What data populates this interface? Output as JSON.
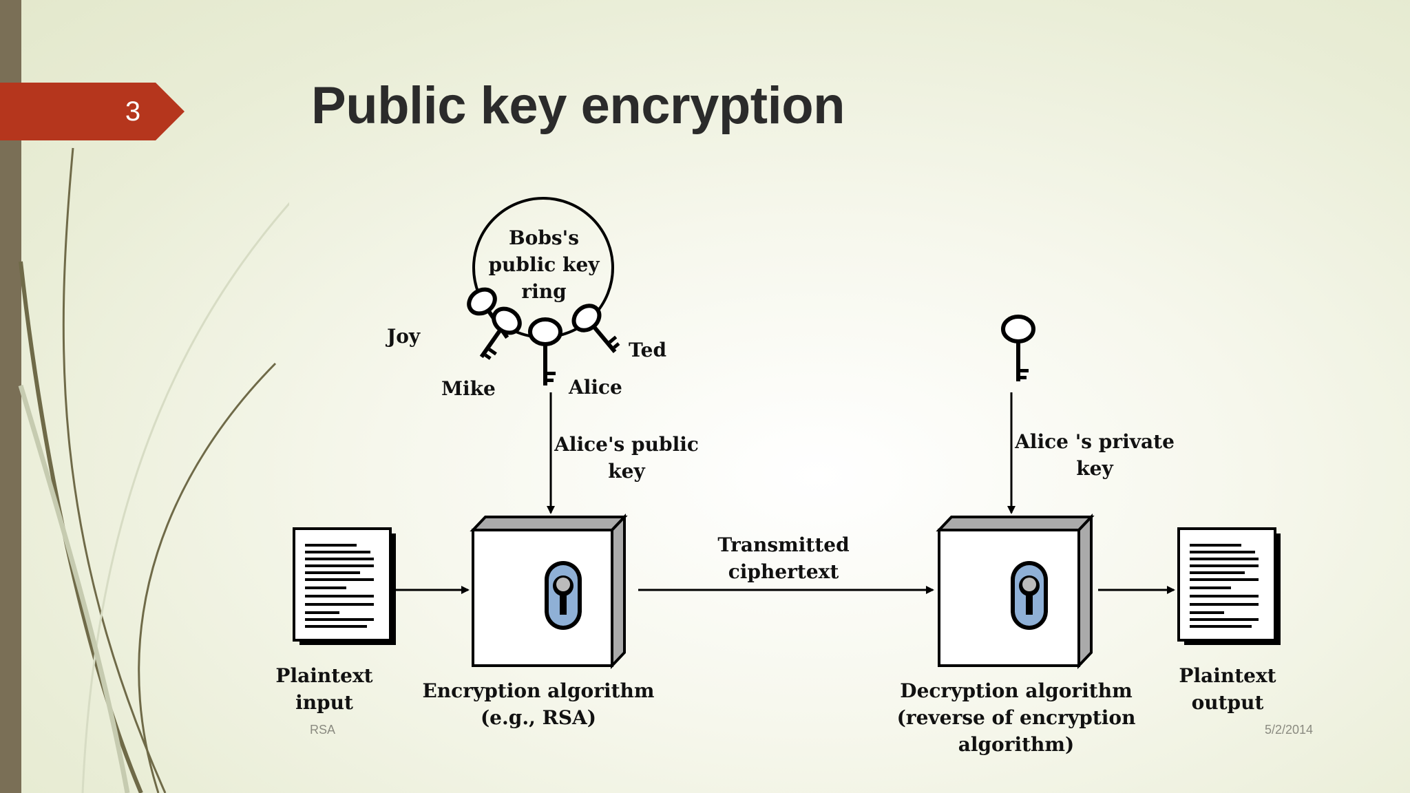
{
  "slide": {
    "number": "3",
    "title": "Public key encryption",
    "footer_left": "RSA",
    "footer_right": "5/2/2014"
  },
  "diagram": {
    "key_ring": {
      "label": "Bobs's public key ring",
      "label_lines": [
        "Bobs's",
        "public key",
        "ring"
      ],
      "keys": [
        "Joy",
        "Mike",
        "Alice",
        "Ted"
      ]
    },
    "public_key_label_lines": [
      "Alice's public",
      "key"
    ],
    "private_key_label_lines": [
      "Alice 's private",
      "key"
    ],
    "channel_label_lines": [
      "Transmitted",
      "ciphertext"
    ],
    "plaintext_input_lines": [
      "Plaintext",
      "input"
    ],
    "plaintext_output_lines": [
      "Plaintext",
      "output"
    ],
    "encryption_lines": [
      "Encryption algorithm",
      "(e.g., RSA)"
    ],
    "decryption_lines": [
      "Decryption algorithm",
      "(reverse of encryption",
      "algorithm)"
    ]
  },
  "colors": {
    "accent": "#b5361d",
    "sidebar": "#7a6f56",
    "lock": "#8fb0d6"
  }
}
